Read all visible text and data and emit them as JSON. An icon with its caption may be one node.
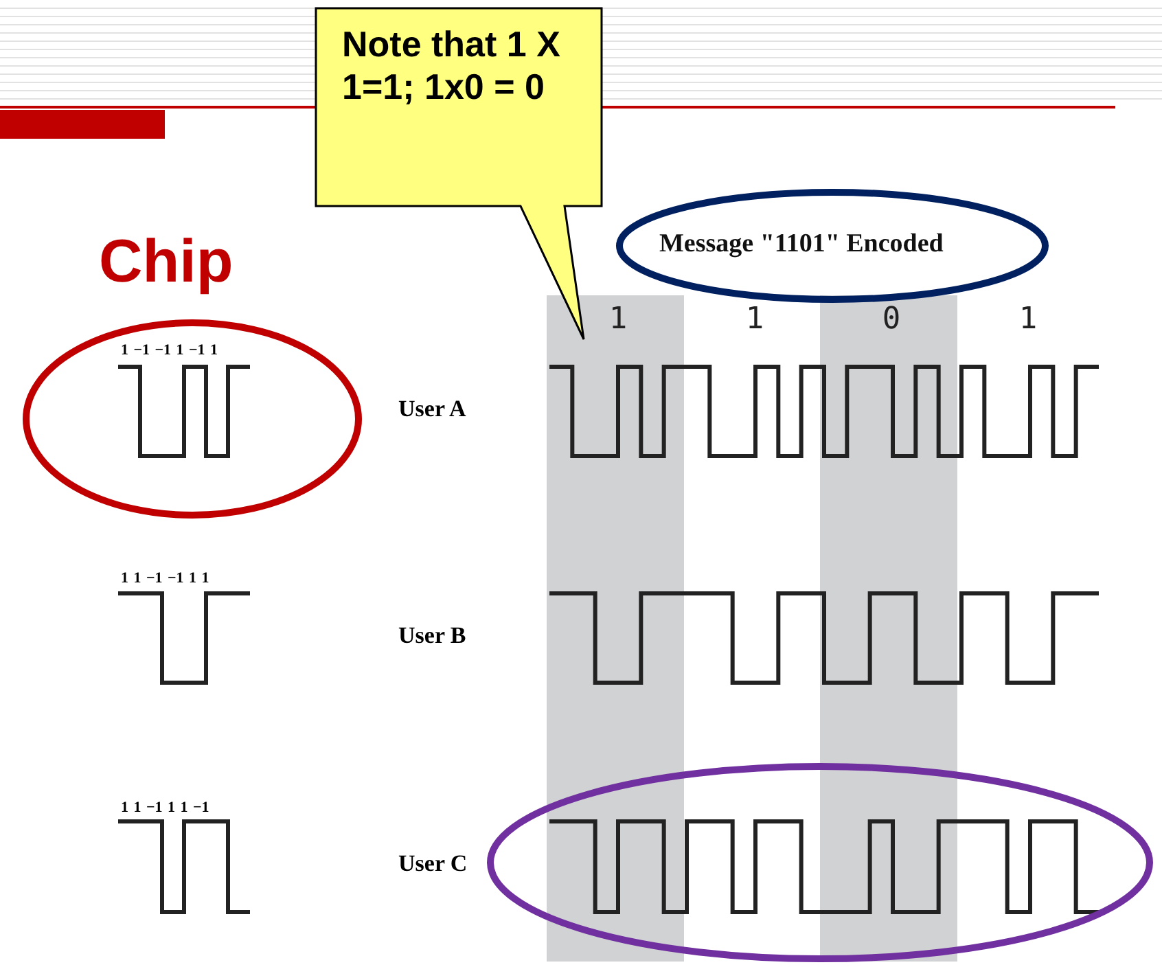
{
  "diagram": {
    "nodes": [
      {
        "text": [
          "Note that 1 X 1=1; 1x0 = 0"
        ]
      },
      {
        "text": [
          "Message \"1101\" Encoded"
        ]
      }
    ],
    "labels": [
      "Chip",
      "1",
      "1",
      "0",
      "1",
      "1 −1 −1 1 −1 1",
      "User A",
      "1 1 −1 −1 1 1",
      "User B",
      "1 1 −1 1 1 −1",
      "User C"
    ]
  }
}
